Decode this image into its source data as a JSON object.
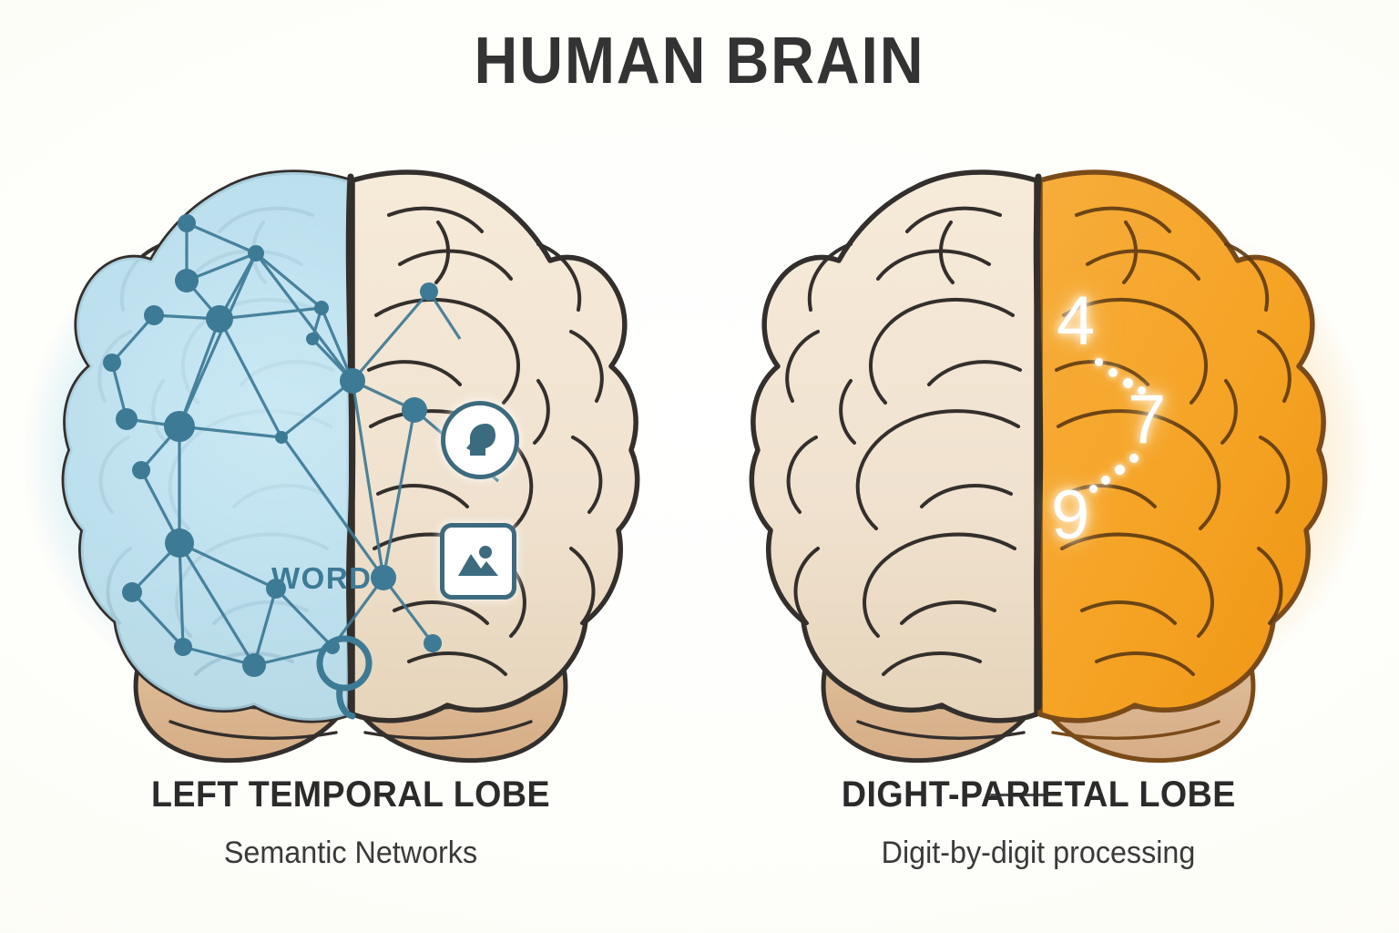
{
  "page": {
    "title": "HUMAN BRAIN",
    "background_color": "#fdfdfa",
    "title_color": "#333333"
  },
  "panels": [
    {
      "id": "left",
      "caption_title": "LEFT TEMPORAL LOBE",
      "caption_subtitle": "Semantic Networks",
      "highlight_side": "left-hemisphere",
      "highlight_color": "#b8dff0",
      "accent_color": "#3d7a96",
      "network": {
        "center_label": "WORD",
        "label_color": "#3d7a96",
        "node_color": "#3d7a96",
        "edge_color": "#3d7a96"
      },
      "icons": [
        {
          "name": "head-profile-icon",
          "shape": "circle",
          "label": "head profile"
        },
        {
          "name": "picture-icon",
          "shape": "rounded-square",
          "label": "image"
        }
      ]
    },
    {
      "id": "right",
      "caption_title": "DIGHT-PARIETAL LOBE",
      "caption_subtitle": "Digit-by-digit processing",
      "highlight_side": "right-hemisphere",
      "highlight_color": "#f5a324",
      "accent_color": "#f5a324",
      "digits": [
        "4",
        "7",
        "9"
      ]
    }
  ],
  "brain_style": {
    "cortex_fill": "#f0e2cf",
    "cortex_fill_dark": "#e3d0b6",
    "cerebellum_fill": "#dcb894",
    "outline_color": "#332f2c",
    "orange_fill": "#f5a324",
    "orange_fill_dark": "#ef9412",
    "orange_outline": "#7a4a18"
  }
}
